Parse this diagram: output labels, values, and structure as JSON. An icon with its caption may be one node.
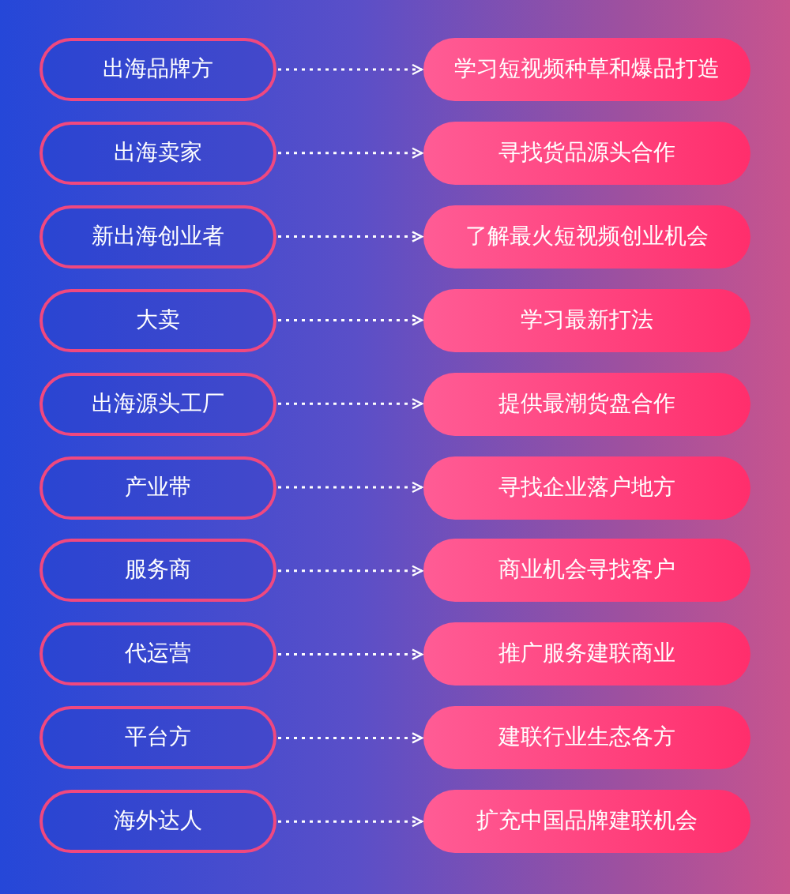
{
  "diagram": {
    "nodes": [
      {
        "text": [
          "出海品牌方"
        ]
      },
      {
        "text": [
          "学习短视频种草和爆品打造"
        ]
      },
      {
        "text": [
          "出海卖家"
        ]
      },
      {
        "text": [
          "寻找货品源头合作"
        ]
      },
      {
        "text": [
          "新出海创业者"
        ]
      },
      {
        "text": [
          "了解最火短视频创业机会"
        ]
      },
      {
        "text": [
          "大卖"
        ]
      },
      {
        "text": [
          "学习最新打法"
        ]
      },
      {
        "text": [
          "出海源头工厂"
        ]
      },
      {
        "text": [
          "提供最潮货盘合作"
        ]
      },
      {
        "text": [
          "产业带"
        ]
      },
      {
        "text": [
          "寻找企业落户地方"
        ]
      },
      {
        "text": [
          "服务商"
        ]
      },
      {
        "text": [
          "商业机会寻找客户"
        ]
      },
      {
        "text": [
          "代运营"
        ]
      },
      {
        "text": [
          "推广服务建联商业"
        ]
      },
      {
        "text": [
          "平台方"
        ]
      },
      {
        "text": [
          "建联行业生态各方"
        ]
      },
      {
        "text": [
          "海外达人"
        ]
      },
      {
        "text": [
          "扩充中国品牌建联机会"
        ]
      }
    ],
    "edges": [
      {
        "from": 0,
        "to": 1,
        "arrow": "to",
        "style": "dashed"
      },
      {
        "from": 2,
        "to": 3,
        "arrow": "to",
        "style": "dashed"
      },
      {
        "from": 4,
        "to": 5,
        "arrow": "to",
        "style": "dashed"
      },
      {
        "from": 6,
        "to": 7,
        "arrow": "to",
        "style": "dashed"
      },
      {
        "from": 8,
        "to": 9,
        "arrow": "to",
        "style": "dashed"
      },
      {
        "from": 10,
        "to": 11,
        "arrow": "to",
        "style": "dashed"
      },
      {
        "from": 12,
        "to": 13,
        "arrow": "to",
        "style": "dashed"
      },
      {
        "from": 14,
        "to": 15,
        "arrow": "to",
        "style": "dashed"
      },
      {
        "from": 16,
        "to": 17,
        "arrow": "to",
        "style": "dashed"
      },
      {
        "from": 18,
        "to": 19,
        "arrow": "to",
        "style": "dashed"
      }
    ]
  }
}
